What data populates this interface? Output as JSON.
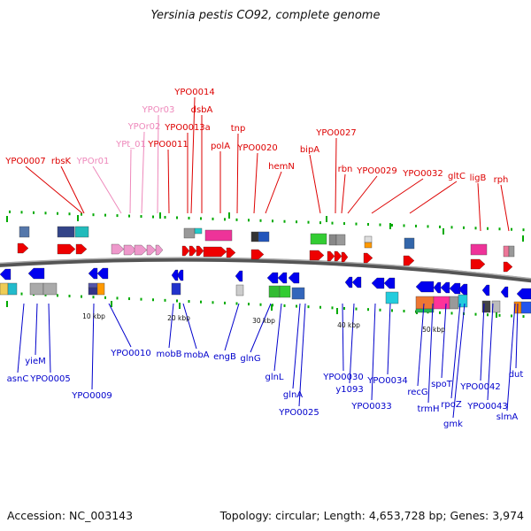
{
  "title": "Yersinia pestis CO92, complete genome",
  "footer": {
    "accession": "Accession: NC_003143",
    "summary": "Topology: circular; Length: 4,653,728 bp; Genes: 3,974"
  },
  "colors": {
    "forward_label": "#dd0000",
    "forward_rna_label": "#ee88bb",
    "reverse_label": "#0000cc",
    "backbone": "#777777",
    "tick": "#00aa00"
  },
  "scale_labels": [
    "10 kbp",
    "20 kbp",
    "30 kbp",
    "40 kbp",
    "50 kbp"
  ],
  "forward_labels": [
    "YPO0007",
    "rbsK",
    "YPOr01",
    "YPt_01",
    "YPOr02",
    "YPOr03",
    "YPO0011",
    "YPO0013a",
    "YPO0014",
    "dsbA",
    "polA",
    "tnp",
    "YPO0020",
    "hemN",
    "bipA",
    "YPO0027",
    "rbn",
    "YPO0029",
    "YPO0032",
    "gltC",
    "ligB",
    "rph"
  ],
  "reverse_labels": [
    "asnC",
    "yieM",
    "YPO0005",
    "YPO0009",
    "YPO0010",
    "mobB",
    "mobA",
    "engB",
    "glnG",
    "glnL",
    "glnA",
    "YPO0025",
    "YPO0030",
    "y1093",
    "YPO0033",
    "YPO0034",
    "recG",
    "trmH",
    "spoT",
    "rpoZ",
    "gmk",
    "YPO0042",
    "YPO0043",
    "slmA",
    "dut"
  ]
}
